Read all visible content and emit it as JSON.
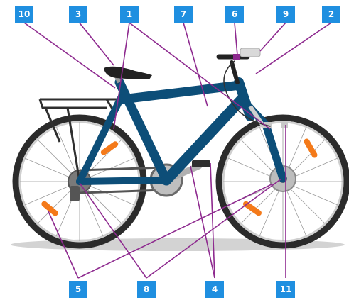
{
  "diagram": {
    "colors": {
      "frame": "#0d4e78",
      "frame_dark": "#0a3a5c",
      "tire": "#2b2b2b",
      "rim": "#cfcfcf",
      "spoke": "#9a9a9a",
      "reflector": "#f47a1a",
      "leader": "#8e2a8f",
      "badge": "#1f8fe0",
      "shadow": "#d3d3d3"
    },
    "labels": {
      "n10": "10",
      "n3": "3",
      "n1": "1",
      "n7": "7",
      "n6": "6",
      "n9": "9",
      "n2": "2",
      "n5": "5",
      "n8": "8",
      "n4": "4",
      "n11": "11"
    }
  }
}
